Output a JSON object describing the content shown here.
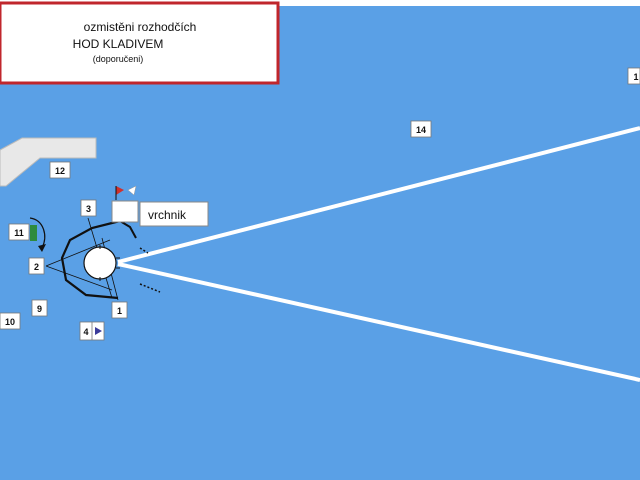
{
  "title_box": {
    "line1": "ozmistěni rozhodčích",
    "line2": "HOD KLADIVEM",
    "line3": "(doporučeni)"
  },
  "labels": {
    "n1": "1",
    "n2": "2",
    "n3": "3",
    "n4": "4",
    "n9": "9",
    "n10": "10",
    "n11": "11",
    "n12": "12",
    "n14": "14",
    "n_edge": "1",
    "vrchnik": "vrchnik"
  },
  "colors": {
    "field": "#5aa0e6",
    "title_border": "#c0262c",
    "sector_line": "#ffffff",
    "green": "#2e8b3e",
    "red_flag": "#d0312d"
  }
}
